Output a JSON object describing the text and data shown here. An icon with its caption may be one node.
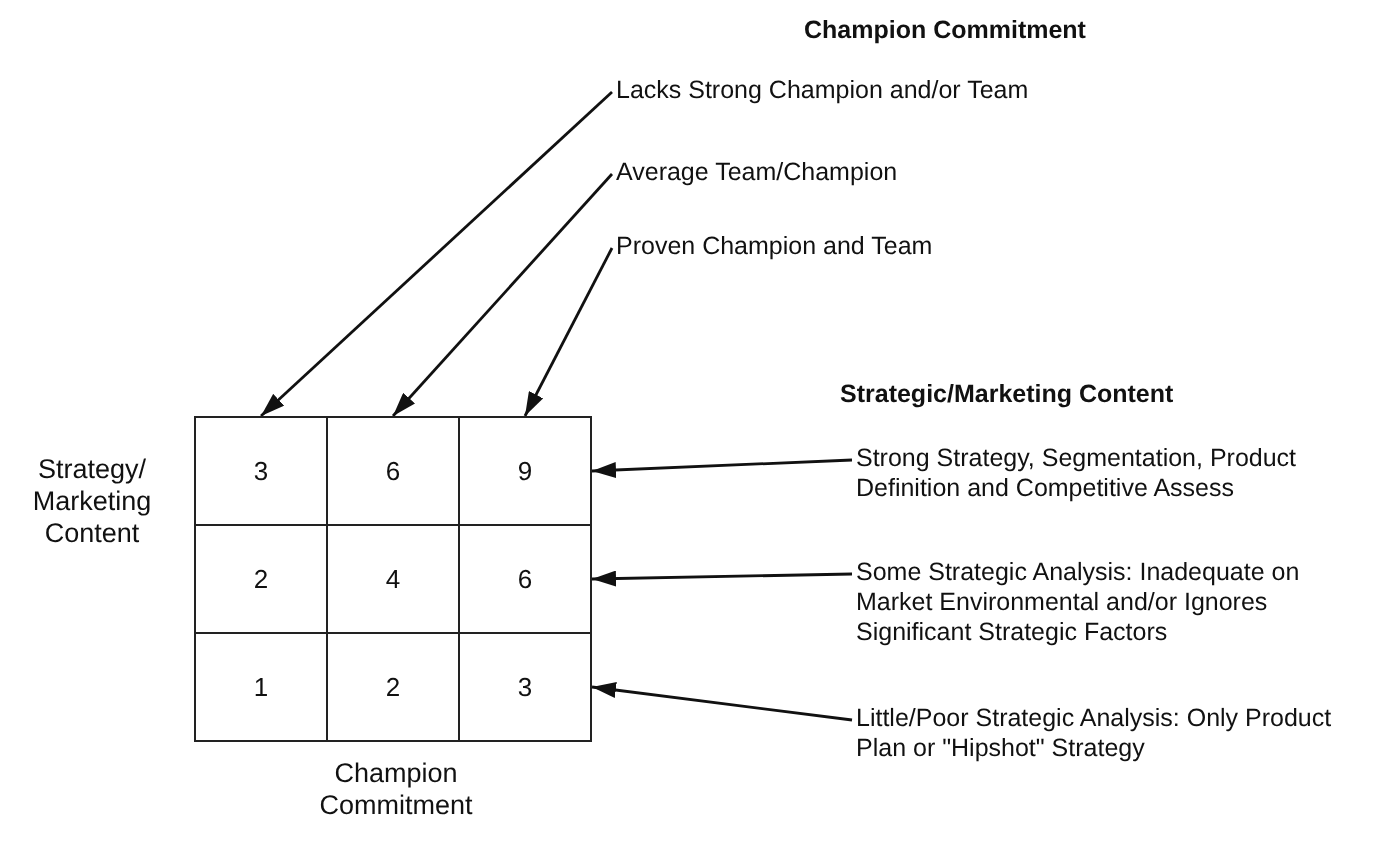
{
  "diagram": {
    "nodes": [
      {
        "text": [
          "Lacks Strong Champion and/or Team"
        ]
      },
      {
        "text": [
          "Average Team/Champion"
        ]
      },
      {
        "text": [
          "Proven Champion and Team"
        ]
      },
      {
        "text": [
          "3"
        ]
      },
      {
        "text": [
          "6"
        ]
      },
      {
        "text": [
          "9"
        ]
      },
      {
        "text": [
          "2"
        ]
      },
      {
        "text": [
          "4"
        ]
      },
      {
        "text": [
          "6"
        ]
      },
      {
        "text": [
          "1"
        ]
      },
      {
        "text": [
          "2"
        ]
      },
      {
        "text": [
          "3"
        ]
      },
      {
        "text": [
          "Strong Strategy, Segmentation, Product Definition and Competitive Assess"
        ]
      },
      {
        "text": [
          "Some Strategic Analysis: Inadequate on Market Environmental and/or Ignores Significant Strategic Factors"
        ]
      },
      {
        "text": [
          "Little/Poor Strategic Analysis: Only Product Plan or \"Hipshot\" Strategy"
        ]
      }
    ],
    "edges": [
      {
        "from": 0,
        "to": 3,
        "arrow": "to"
      },
      {
        "from": 1,
        "to": 4,
        "arrow": "to"
      },
      {
        "from": 2,
        "to": 5,
        "arrow": "to"
      },
      {
        "from": 12,
        "to": 5,
        "arrow": "to"
      },
      {
        "from": 13,
        "to": 8,
        "arrow": "to"
      },
      {
        "from": 14,
        "to": 11,
        "arrow": "to"
      }
    ],
    "labels": [
      "Champion Commitment",
      "Strategic/Marketing Content",
      "Strategy/ Marketing Content",
      "Champion Commitment"
    ]
  }
}
